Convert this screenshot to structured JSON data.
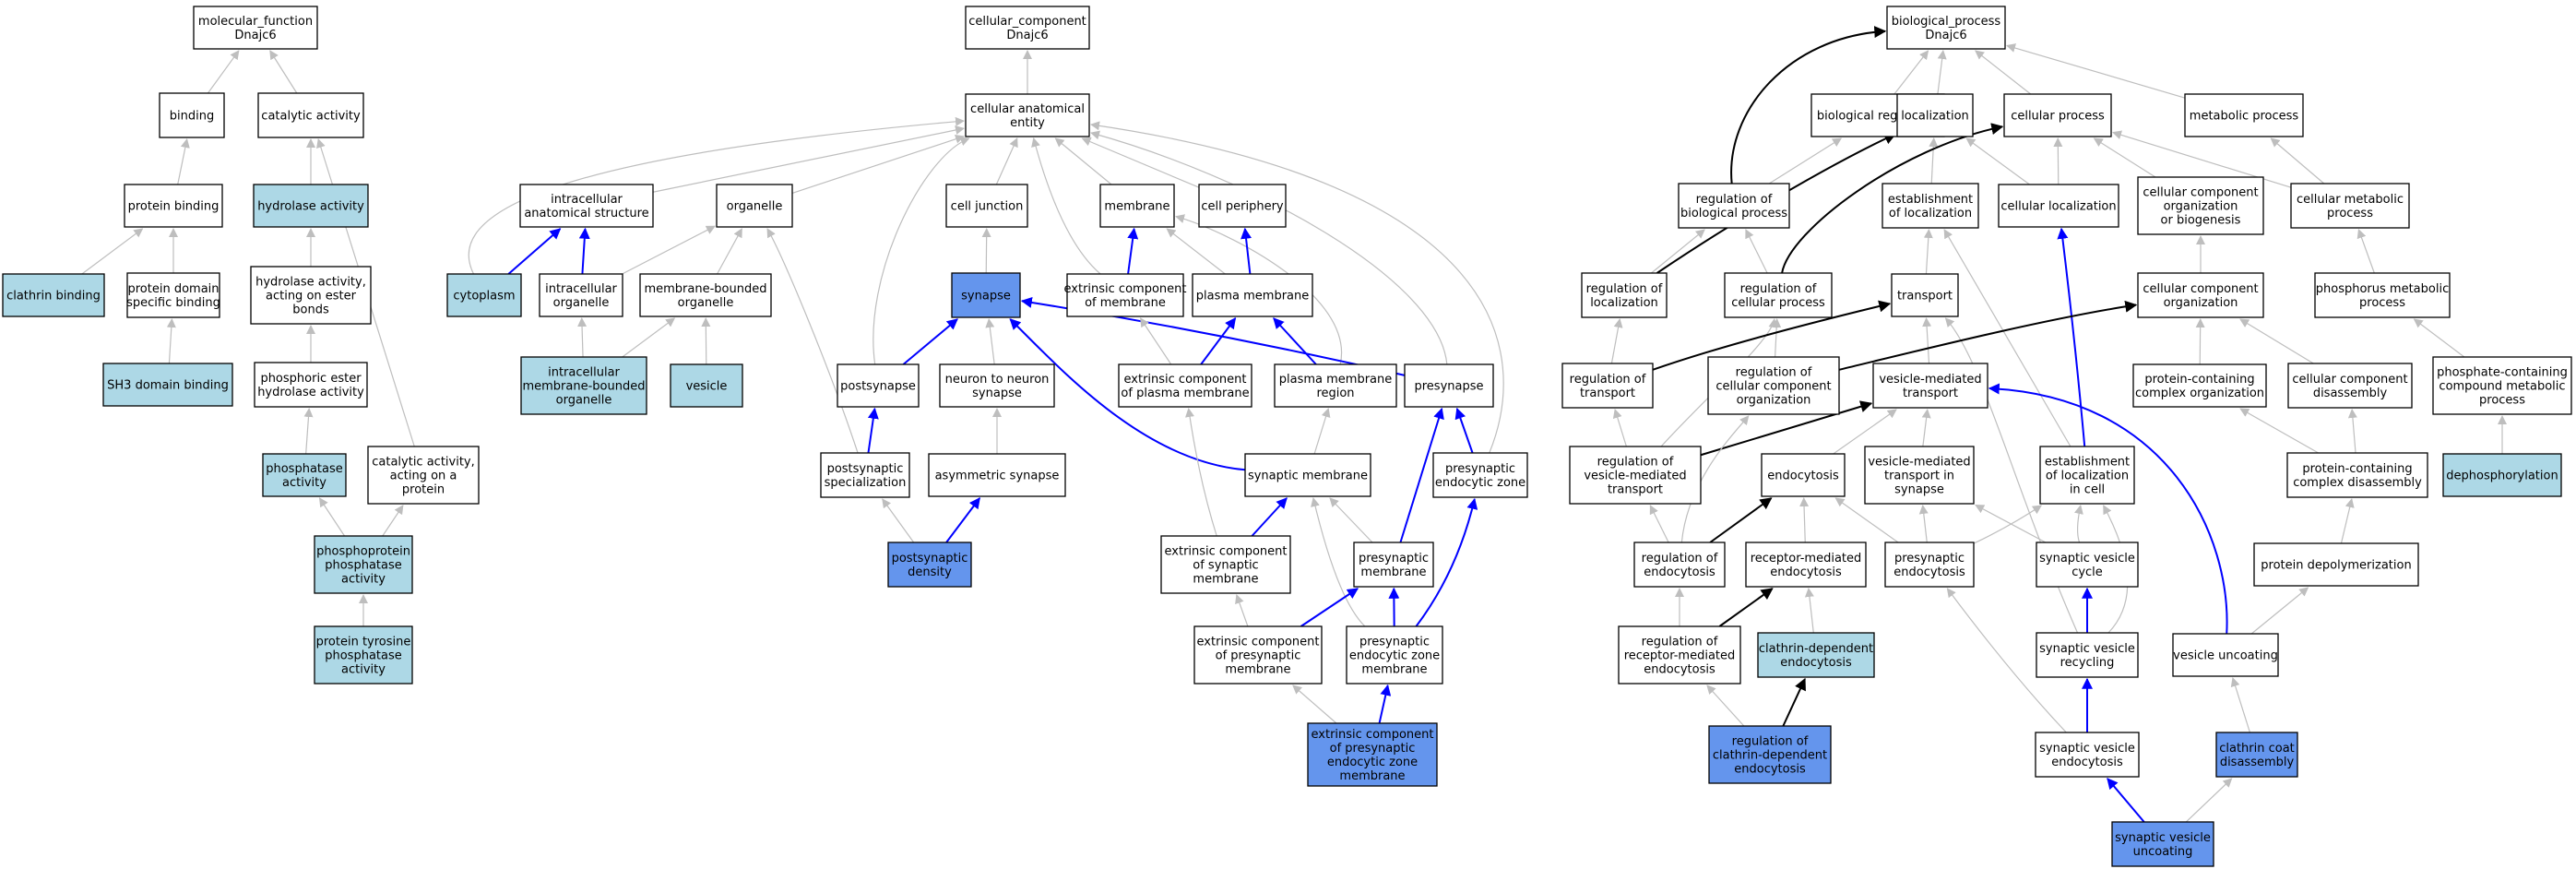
{
  "colors": {
    "plain": "#ffffff",
    "light": "#add8e6",
    "dark": "#6495ed",
    "edge_gray": "#bebebe",
    "edge_blue": "#0000ff",
    "edge_black": "#000000"
  },
  "nodes": [
    {
      "id": "mf",
      "label": "molecular_function\nDnajc6",
      "fill": "plain"
    },
    {
      "id": "binding",
      "label": "binding",
      "fill": "plain"
    },
    {
      "id": "catact",
      "label": "catalytic activity",
      "fill": "plain"
    },
    {
      "id": "protbind",
      "label": "protein binding",
      "fill": "plain"
    },
    {
      "id": "hydro",
      "label": "hydrolase activity",
      "fill": "light"
    },
    {
      "id": "clathbind",
      "label": "clathrin binding",
      "fill": "light"
    },
    {
      "id": "pdsb",
      "label": "protein domain\nspecific binding",
      "fill": "plain"
    },
    {
      "id": "hydroester",
      "label": "hydrolase activity,\nacting on ester\nbonds",
      "fill": "plain"
    },
    {
      "id": "sh3",
      "label": "SH3 domain binding",
      "fill": "light"
    },
    {
      "id": "phosester",
      "label": "phosphoric ester\nhydrolase activity",
      "fill": "plain"
    },
    {
      "id": "phosphatase",
      "label": "phosphatase\nactivity",
      "fill": "light"
    },
    {
      "id": "catprot",
      "label": "catalytic activity,\nacting on a\nprotein",
      "fill": "plain"
    },
    {
      "id": "ppp",
      "label": "phosphoprotein\nphosphatase\nactivity",
      "fill": "light"
    },
    {
      "id": "ptp",
      "label": "protein tyrosine\nphosphatase\nactivity",
      "fill": "light"
    },
    {
      "id": "cc",
      "label": "cellular_component\nDnajc6",
      "fill": "plain"
    },
    {
      "id": "cae",
      "label": "cellular anatomical\nentity",
      "fill": "plain"
    },
    {
      "id": "ias",
      "label": "intracellular\nanatomical structure",
      "fill": "plain"
    },
    {
      "id": "organelle",
      "label": "organelle",
      "fill": "plain"
    },
    {
      "id": "celljunc",
      "label": "cell junction",
      "fill": "plain"
    },
    {
      "id": "membrane",
      "label": "membrane",
      "fill": "plain"
    },
    {
      "id": "cellper",
      "label": "cell periphery",
      "fill": "plain"
    },
    {
      "id": "cytoplasm",
      "label": "cytoplasm",
      "fill": "light"
    },
    {
      "id": "intraorg",
      "label": "intracellular\norganelle",
      "fill": "plain"
    },
    {
      "id": "mbo",
      "label": "membrane-bounded\norganelle",
      "fill": "plain"
    },
    {
      "id": "synapse",
      "label": "synapse",
      "fill": "dark"
    },
    {
      "id": "extmem",
      "label": "extrinsic component\nof membrane",
      "fill": "plain"
    },
    {
      "id": "plasmem",
      "label": "plasma membrane",
      "fill": "plain"
    },
    {
      "id": "imbo",
      "label": "intracellular\nmembrane-bounded\norganelle",
      "fill": "light"
    },
    {
      "id": "vesicle",
      "label": "vesicle",
      "fill": "light"
    },
    {
      "id": "postsyn",
      "label": "postsynapse",
      "fill": "plain"
    },
    {
      "id": "n2n",
      "label": "neuron to neuron\nsynapse",
      "fill": "plain"
    },
    {
      "id": "extplas",
      "label": "extrinsic component\nof plasma membrane",
      "fill": "plain"
    },
    {
      "id": "pmregion",
      "label": "plasma membrane\nregion",
      "fill": "plain"
    },
    {
      "id": "presyn",
      "label": "presynapse",
      "fill": "plain"
    },
    {
      "id": "postspec",
      "label": "postsynaptic\nspecialization",
      "fill": "plain"
    },
    {
      "id": "asym",
      "label": "asymmetric synapse",
      "fill": "plain"
    },
    {
      "id": "synmem",
      "label": "synaptic membrane",
      "fill": "plain"
    },
    {
      "id": "presynendo",
      "label": "presynaptic\nendocytic zone",
      "fill": "plain"
    },
    {
      "id": "psd",
      "label": "postsynaptic\ndensity",
      "fill": "dark"
    },
    {
      "id": "extsyn",
      "label": "extrinsic component\nof synaptic\nmembrane",
      "fill": "plain"
    },
    {
      "id": "presynmem",
      "label": "presynaptic\nmembrane",
      "fill": "plain"
    },
    {
      "id": "extpresyn",
      "label": "extrinsic component\nof presynaptic\nmembrane",
      "fill": "plain"
    },
    {
      "id": "pezm",
      "label": "presynaptic\nendocytic zone\nmembrane",
      "fill": "plain"
    },
    {
      "id": "ecpezm",
      "label": "extrinsic component\nof presynaptic\nendocytic zone\nmembrane",
      "fill": "dark"
    },
    {
      "id": "bp",
      "label": "biological_process\nDnajc6",
      "fill": "plain"
    },
    {
      "id": "bioreg",
      "label": "biological regulation",
      "fill": "plain"
    },
    {
      "id": "local",
      "label": "localization",
      "fill": "plain"
    },
    {
      "id": "cellproc",
      "label": "cellular process",
      "fill": "plain"
    },
    {
      "id": "metab",
      "label": "metabolic process",
      "fill": "plain"
    },
    {
      "id": "regbp",
      "label": "regulation of\nbiological process",
      "fill": "plain"
    },
    {
      "id": "estloc",
      "label": "establishment\nof localization",
      "fill": "plain"
    },
    {
      "id": "cellloc",
      "label": "cellular localization",
      "fill": "plain"
    },
    {
      "id": "ccob",
      "label": "cellular component\norganization\nor biogenesis",
      "fill": "plain"
    },
    {
      "id": "cellmetab",
      "label": "cellular metabolic\nprocess",
      "fill": "plain"
    },
    {
      "id": "regloc",
      "label": "regulation of\nlocalization",
      "fill": "plain"
    },
    {
      "id": "regcp",
      "label": "regulation of\ncellular process",
      "fill": "plain"
    },
    {
      "id": "transport",
      "label": "transport",
      "fill": "plain"
    },
    {
      "id": "cco",
      "label": "cellular component\norganization",
      "fill": "plain"
    },
    {
      "id": "phosmetab",
      "label": "phosphorus metabolic\nprocess",
      "fill": "plain"
    },
    {
      "id": "regtrans",
      "label": "regulation of\ntransport",
      "fill": "plain"
    },
    {
      "id": "regcco",
      "label": "regulation of\ncellular component\norganization",
      "fill": "plain"
    },
    {
      "id": "vmt",
      "label": "vesicle-mediated\ntransport",
      "fill": "plain"
    },
    {
      "id": "pcco",
      "label": "protein-containing\ncomplex organization",
      "fill": "plain"
    },
    {
      "id": "ccdis",
      "label": "cellular component\ndisassembly",
      "fill": "plain"
    },
    {
      "id": "pccmp",
      "label": "phosphate-containing\ncompound metabolic\nprocess",
      "fill": "plain"
    },
    {
      "id": "regvmt",
      "label": "regulation of\nvesicle-mediated\ntransport",
      "fill": "plain"
    },
    {
      "id": "endo",
      "label": "endocytosis",
      "fill": "plain"
    },
    {
      "id": "vmtsyn",
      "label": "vesicle-mediated\ntransport in\nsynapse",
      "fill": "plain"
    },
    {
      "id": "estloccell",
      "label": "establishment\nof localization\nin cell",
      "fill": "plain"
    },
    {
      "id": "pccdis",
      "label": "protein-containing\ncomplex disassembly",
      "fill": "plain"
    },
    {
      "id": "dephos",
      "label": "dephosphorylation",
      "fill": "light"
    },
    {
      "id": "regendo",
      "label": "regulation of\nendocytosis",
      "fill": "plain"
    },
    {
      "id": "rme",
      "label": "receptor-mediated\nendocytosis",
      "fill": "plain"
    },
    {
      "id": "presynendocyt",
      "label": "presynaptic\nendocytosis",
      "fill": "plain"
    },
    {
      "id": "svcycle",
      "label": "synaptic vesicle\ncycle",
      "fill": "plain"
    },
    {
      "id": "protdepol",
      "label": "protein depolymerization",
      "fill": "plain"
    },
    {
      "id": "regrme",
      "label": "regulation of\nreceptor-mediated\nendocytosis",
      "fill": "plain"
    },
    {
      "id": "cde",
      "label": "clathrin-dependent\nendocytosis",
      "fill": "light"
    },
    {
      "id": "svrecyc",
      "label": "synaptic vesicle\nrecycling",
      "fill": "plain"
    },
    {
      "id": "vesuncoat",
      "label": "vesicle uncoating",
      "fill": "plain"
    },
    {
      "id": "regcde",
      "label": "regulation of\nclathrin-dependent\nendocytosis",
      "fill": "dark"
    },
    {
      "id": "svendo",
      "label": "synaptic vesicle\nendocytosis",
      "fill": "plain"
    },
    {
      "id": "ccoatdis",
      "label": "clathrin coat\ndisassembly",
      "fill": "dark"
    },
    {
      "id": "svuncoat",
      "label": "synaptic vesicle\nuncoating",
      "fill": "dark"
    }
  ],
  "edges": [
    {
      "from": "binding",
      "to": "mf",
      "color": "gray"
    },
    {
      "from": "catact",
      "to": "mf",
      "color": "gray"
    },
    {
      "from": "protbind",
      "to": "binding",
      "color": "gray"
    },
    {
      "from": "hydro",
      "to": "catact",
      "color": "gray"
    },
    {
      "from": "catprot",
      "to": "catact",
      "color": "gray"
    },
    {
      "from": "clathbind",
      "to": "protbind",
      "color": "gray"
    },
    {
      "from": "pdsb",
      "to": "protbind",
      "color": "gray"
    },
    {
      "from": "hydroester",
      "to": "hydro",
      "color": "gray"
    },
    {
      "from": "sh3",
      "to": "pdsb",
      "color": "gray"
    },
    {
      "from": "phosester",
      "to": "hydroester",
      "color": "gray"
    },
    {
      "from": "phosphatase",
      "to": "phosester",
      "color": "gray"
    },
    {
      "from": "ppp",
      "to": "phosphatase",
      "color": "gray"
    },
    {
      "from": "ppp",
      "to": "catprot",
      "color": "gray"
    },
    {
      "from": "ptp",
      "to": "ppp",
      "color": "gray"
    },
    {
      "from": "cae",
      "to": "cc",
      "color": "gray"
    },
    {
      "from": "ias",
      "to": "cae",
      "color": "gray"
    },
    {
      "from": "organelle",
      "to": "cae",
      "color": "gray"
    },
    {
      "from": "celljunc",
      "to": "cae",
      "color": "gray"
    },
    {
      "from": "membrane",
      "to": "cae",
      "color": "gray"
    },
    {
      "from": "cellper",
      "to": "cae",
      "color": "gray"
    },
    {
      "from": "cytoplasm",
      "to": "cae",
      "color": "gray"
    },
    {
      "from": "postsyn",
      "to": "cae",
      "color": "gray"
    },
    {
      "from": "extmem",
      "to": "cae",
      "color": "gray"
    },
    {
      "from": "presyn",
      "to": "cae",
      "color": "gray"
    },
    {
      "from": "presynendo",
      "to": "cae",
      "color": "gray"
    },
    {
      "from": "cytoplasm",
      "to": "ias",
      "color": "blue"
    },
    {
      "from": "intraorg",
      "to": "ias",
      "color": "blue"
    },
    {
      "from": "intraorg",
      "to": "organelle",
      "color": "gray"
    },
    {
      "from": "mbo",
      "to": "organelle",
      "color": "gray"
    },
    {
      "from": "postspec",
      "to": "organelle",
      "color": "gray"
    },
    {
      "from": "synapse",
      "to": "celljunc",
      "color": "gray"
    },
    {
      "from": "extmem",
      "to": "membrane",
      "color": "blue"
    },
    {
      "from": "plasmem",
      "to": "membrane",
      "color": "gray"
    },
    {
      "from": "pmregion",
      "to": "membrane",
      "color": "gray"
    },
    {
      "from": "plasmem",
      "to": "cellper",
      "color": "blue"
    },
    {
      "from": "imbo",
      "to": "intraorg",
      "color": "gray"
    },
    {
      "from": "imbo",
      "to": "mbo",
      "color": "gray"
    },
    {
      "from": "vesicle",
      "to": "mbo",
      "color": "gray"
    },
    {
      "from": "postsyn",
      "to": "synapse",
      "color": "blue"
    },
    {
      "from": "presyn",
      "to": "synapse",
      "color": "blue"
    },
    {
      "from": "synmem",
      "to": "synapse",
      "color": "blue"
    },
    {
      "from": "n2n",
      "to": "synapse",
      "color": "gray"
    },
    {
      "from": "extplas",
      "to": "extmem",
      "color": "gray"
    },
    {
      "from": "extplas",
      "to": "plasmem",
      "color": "blue"
    },
    {
      "from": "pmregion",
      "to": "plasmem",
      "color": "blue"
    },
    {
      "from": "postspec",
      "to": "postsyn",
      "color": "blue"
    },
    {
      "from": "psd",
      "to": "postspec",
      "color": "gray"
    },
    {
      "from": "asym",
      "to": "n2n",
      "color": "gray"
    },
    {
      "from": "psd",
      "to": "asym",
      "color": "blue"
    },
    {
      "from": "synmem",
      "to": "pmregion",
      "color": "gray"
    },
    {
      "from": "presynmem",
      "to": "presyn",
      "color": "blue"
    },
    {
      "from": "presynendo",
      "to": "presyn",
      "color": "blue"
    },
    {
      "from": "extsyn",
      "to": "synmem",
      "color": "blue"
    },
    {
      "from": "extsyn",
      "to": "extplas",
      "color": "gray"
    },
    {
      "from": "presynmem",
      "to": "synmem",
      "color": "gray"
    },
    {
      "from": "pezm",
      "to": "synmem",
      "color": "gray"
    },
    {
      "from": "pezm",
      "to": "presynendo",
      "color": "blue"
    },
    {
      "from": "extpresyn",
      "to": "extsyn",
      "color": "gray"
    },
    {
      "from": "extpresyn",
      "to": "presynmem",
      "color": "blue"
    },
    {
      "from": "pezm",
      "to": "presynmem",
      "color": "blue"
    },
    {
      "from": "ecpezm",
      "to": "pezm",
      "color": "blue"
    },
    {
      "from": "ecpezm",
      "to": "extpresyn",
      "color": "gray"
    },
    {
      "from": "bioreg",
      "to": "bp",
      "color": "gray"
    },
    {
      "from": "local",
      "to": "bp",
      "color": "gray"
    },
    {
      "from": "cellproc",
      "to": "bp",
      "color": "gray"
    },
    {
      "from": "metab",
      "to": "bp",
      "color": "gray"
    },
    {
      "from": "regbp",
      "to": "bp",
      "color": "black"
    },
    {
      "from": "regbp",
      "to": "bioreg",
      "color": "gray"
    },
    {
      "from": "estloc",
      "to": "local",
      "color": "gray"
    },
    {
      "from": "cellloc",
      "to": "local",
      "color": "gray"
    },
    {
      "from": "regloc",
      "to": "local",
      "color": "black"
    },
    {
      "from": "cellloc",
      "to": "cellproc",
      "color": "gray"
    },
    {
      "from": "ccob",
      "to": "cellproc",
      "color": "gray"
    },
    {
      "from": "cellmetab",
      "to": "cellproc",
      "color": "gray"
    },
    {
      "from": "regcp",
      "to": "cellproc",
      "color": "black"
    },
    {
      "from": "cellmetab",
      "to": "metab",
      "color": "gray"
    },
    {
      "from": "regloc",
      "to": "regbp",
      "color": "gray"
    },
    {
      "from": "regcp",
      "to": "regbp",
      "color": "gray"
    },
    {
      "from": "transport",
      "to": "estloc",
      "color": "gray"
    },
    {
      "from": "estloccell",
      "to": "estloc",
      "color": "gray"
    },
    {
      "from": "estloccell",
      "to": "cellloc",
      "color": "blue"
    },
    {
      "from": "cco",
      "to": "ccob",
      "color": "gray"
    },
    {
      "from": "phosmetab",
      "to": "cellmetab",
      "color": "gray"
    },
    {
      "from": "regtrans",
      "to": "regloc",
      "color": "gray"
    },
    {
      "from": "regcco",
      "to": "regcp",
      "color": "gray"
    },
    {
      "from": "regvmt",
      "to": "regcp",
      "color": "gray"
    },
    {
      "from": "regtrans",
      "to": "transport",
      "color": "black"
    },
    {
      "from": "vmt",
      "to": "transport",
      "color": "gray"
    },
    {
      "from": "svrecyc",
      "to": "transport",
      "color": "gray"
    },
    {
      "from": "regcco",
      "to": "cco",
      "color": "black"
    },
    {
      "from": "pcco",
      "to": "cco",
      "color": "gray"
    },
    {
      "from": "ccdis",
      "to": "cco",
      "color": "gray"
    },
    {
      "from": "pccmp",
      "to": "phosmetab",
      "color": "gray"
    },
    {
      "from": "regvmt",
      "to": "regtrans",
      "color": "gray"
    },
    {
      "from": "regvmt",
      "to": "vmt",
      "color": "black"
    },
    {
      "from": "endo",
      "to": "vmt",
      "color": "gray"
    },
    {
      "from": "vmtsyn",
      "to": "vmt",
      "color": "gray"
    },
    {
      "from": "vesuncoat",
      "to": "vmt",
      "color": "blue"
    },
    {
      "from": "pccdis",
      "to": "pcco",
      "color": "gray"
    },
    {
      "from": "pccdis",
      "to": "ccdis",
      "color": "gray"
    },
    {
      "from": "dephos",
      "to": "pccmp",
      "color": "gray"
    },
    {
      "from": "regendo",
      "to": "regvmt",
      "color": "gray"
    },
    {
      "from": "regendo",
      "to": "regcco",
      "color": "gray"
    },
    {
      "from": "regendo",
      "to": "endo",
      "color": "black"
    },
    {
      "from": "rme",
      "to": "endo",
      "color": "gray"
    },
    {
      "from": "presynendocyt",
      "to": "endo",
      "color": "gray"
    },
    {
      "from": "presynendocyt",
      "to": "vmtsyn",
      "color": "gray"
    },
    {
      "from": "svcycle",
      "to": "vmtsyn",
      "color": "gray"
    },
    {
      "from": "svcycle",
      "to": "estloccell",
      "color": "gray"
    },
    {
      "from": "presynendocyt",
      "to": "estloccell",
      "color": "gray"
    },
    {
      "from": "svrecyc",
      "to": "estloccell",
      "color": "gray"
    },
    {
      "from": "protdepol",
      "to": "pccdis",
      "color": "gray"
    },
    {
      "from": "regrme",
      "to": "regendo",
      "color": "gray"
    },
    {
      "from": "regrme",
      "to": "rme",
      "color": "black"
    },
    {
      "from": "cde",
      "to": "rme",
      "color": "gray"
    },
    {
      "from": "svrecyc",
      "to": "svcycle",
      "color": "blue"
    },
    {
      "from": "vesuncoat",
      "to": "protdepol",
      "color": "gray"
    },
    {
      "from": "regcde",
      "to": "regrme",
      "color": "gray"
    },
    {
      "from": "regcde",
      "to": "cde",
      "color": "black"
    },
    {
      "from": "svendo",
      "to": "svrecyc",
      "color": "blue"
    },
    {
      "from": "svendo",
      "to": "presynendocyt",
      "color": "gray"
    },
    {
      "from": "ccoatdis",
      "to": "vesuncoat",
      "color": "gray"
    },
    {
      "from": "svuncoat",
      "to": "svendo",
      "color": "blue"
    },
    {
      "from": "svuncoat",
      "to": "ccoatdis",
      "color": "gray"
    }
  ]
}
